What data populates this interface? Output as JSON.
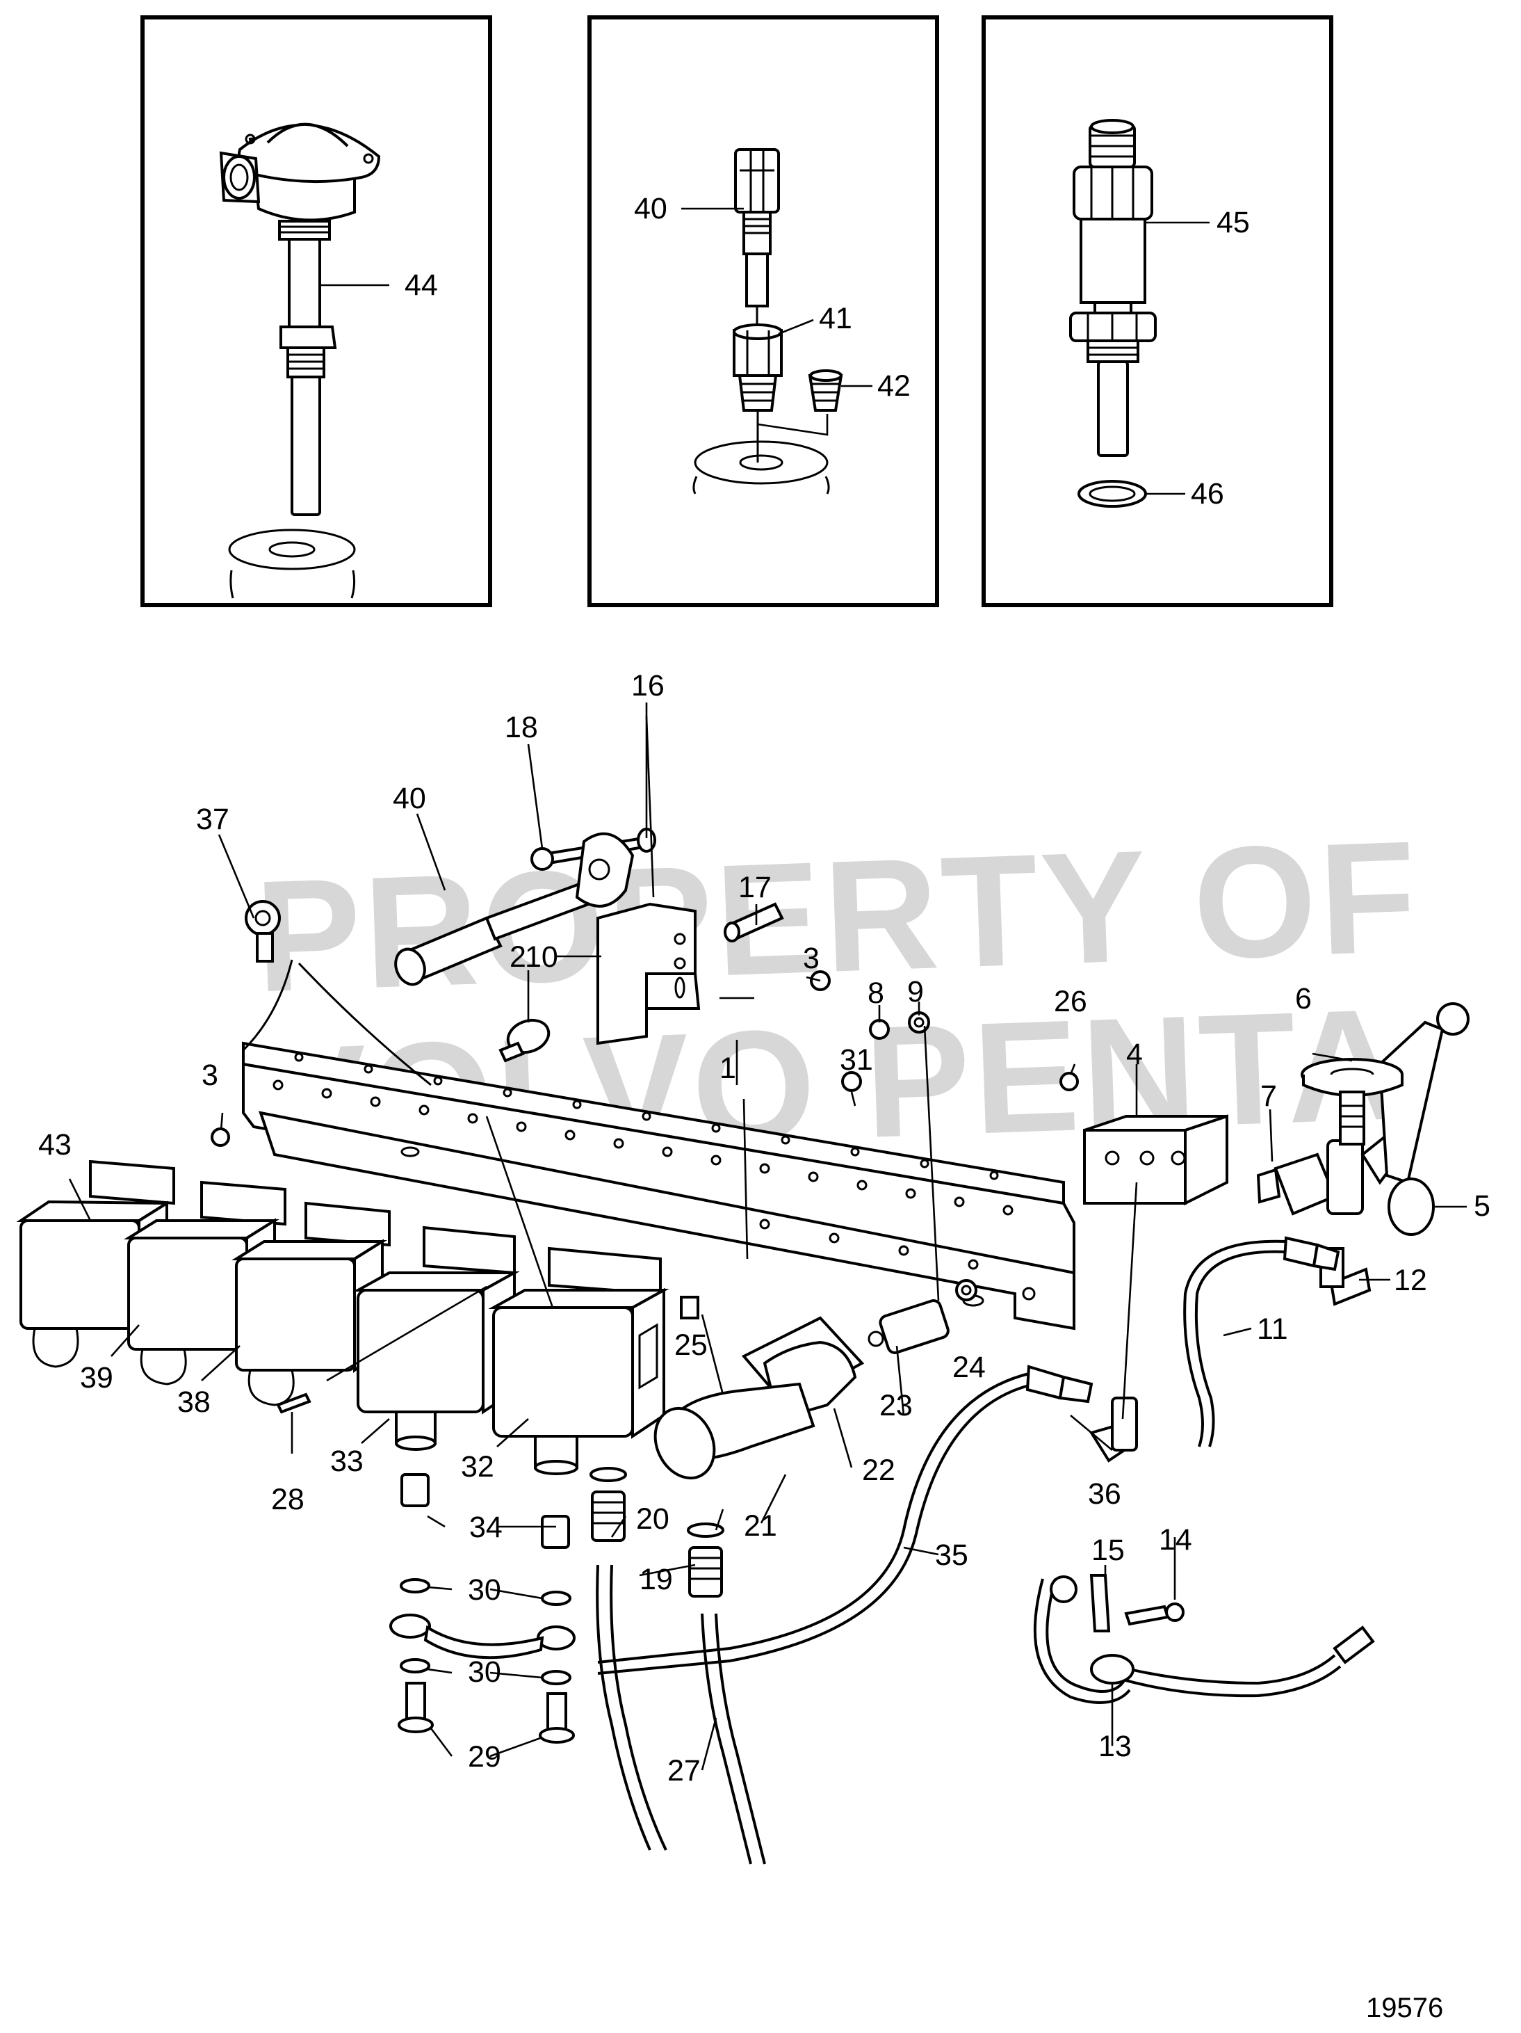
{
  "figure_number": "19576",
  "watermark": [
    "PROPERTY OF",
    "VOLVO PENTA"
  ],
  "inset_panels": [
    {
      "name": "thermometer-sensor-inset",
      "callouts": [
        "44"
      ]
    },
    {
      "name": "pipe-union-inset",
      "callouts": [
        "40",
        "41",
        "42"
      ]
    },
    {
      "name": "sender-inset",
      "callouts": [
        "45",
        "46"
      ]
    }
  ],
  "callouts": {
    "c1": "1",
    "c2": "2",
    "c3a": "3",
    "c3b": "3",
    "c4": "4",
    "c5": "5",
    "c6": "6",
    "c7": "7",
    "c8": "8",
    "c9": "9",
    "c10": "10",
    "c11": "11",
    "c12": "12",
    "c13": "13",
    "c14": "14",
    "c15": "15",
    "c16": "16",
    "c17": "17",
    "c18": "18",
    "c19": "19",
    "c20": "20",
    "c21": "21",
    "c22": "22",
    "c23": "23",
    "c24": "24",
    "c25": "25",
    "c26": "26",
    "c27": "27",
    "c28": "28",
    "c29": "29",
    "c30a": "30",
    "c30b": "30",
    "c31": "31",
    "c32": "32",
    "c33": "33",
    "c34": "34",
    "c35": "35",
    "c36": "36",
    "c37": "37",
    "c38": "38",
    "c39": "39",
    "c40": "40",
    "c40b": "40",
    "c41": "41",
    "c42": "42",
    "c43": "43",
    "c44": "44",
    "c45": "45",
    "c46": "46"
  }
}
